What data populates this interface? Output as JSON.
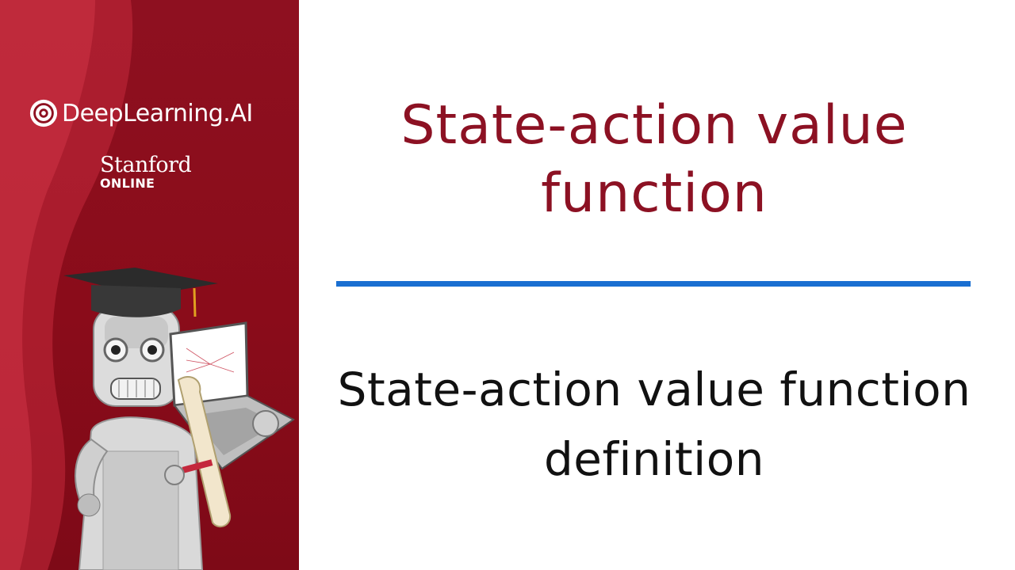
{
  "sidebar": {
    "brand": "DeepLearning.AI",
    "university": "Stanford",
    "university_sub": "ONLINE",
    "colors": {
      "background": "#8e1020",
      "accent": "#ffffff"
    }
  },
  "slide": {
    "title_line1": "State-action value",
    "title_line2": "function",
    "subtitle_line1": "State-action value function",
    "subtitle_line2": "definition",
    "colors": {
      "title": "#8c1123",
      "divider": "#1a6fd1",
      "subtitle": "#111111"
    }
  }
}
